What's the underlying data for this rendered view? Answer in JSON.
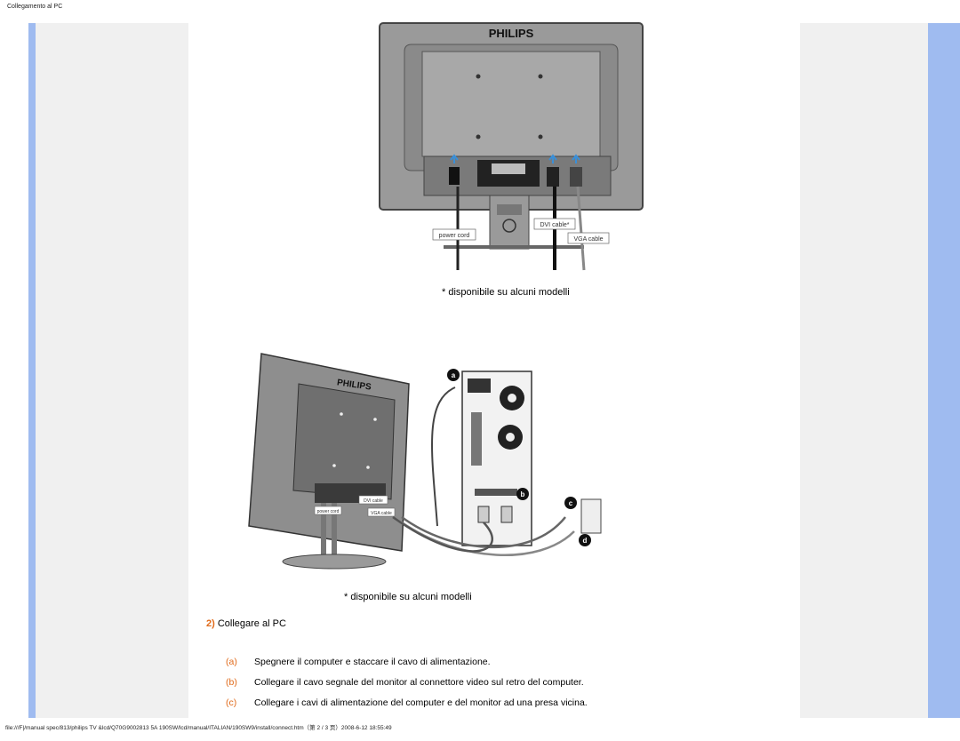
{
  "header": {
    "title": "Collegamento al PC"
  },
  "figure1": {
    "brand": "PHILIPS",
    "labels": {
      "power": "power cord",
      "dvi": "DVI cable*",
      "vga": "VGA cable"
    }
  },
  "note1": "* disponibile su alcuni modelli",
  "figure2": {
    "brand": "PHILIPS",
    "labels": {
      "dvi": "DVI cable",
      "power": "power cord",
      "vga": "VGA cable"
    },
    "markers": [
      "a",
      "b",
      "c",
      "d"
    ]
  },
  "note2": "* disponibile su alcuni modelli",
  "step": {
    "number": "2)",
    "title": "Collegare al PC"
  },
  "substeps": [
    {
      "label": "(a)",
      "text": "Spegnere il computer e staccare il cavo di alimentazione."
    },
    {
      "label": "(b)",
      "text": "Collegare il cavo segnale del monitor al connettore video sul retro del computer."
    },
    {
      "label": "(c)",
      "text": "Collegare i cavi di alimentazione del computer e del monitor ad una presa vicina."
    }
  ],
  "footer": "file:///F|/manual spec/813/philips TV &lcd/Q70G9002813 5A 190SW/lcd/manual/ITALIAN/190SW9/install/connect.htm（第 2 / 3 页）2008-6-12 18:55:49",
  "colors": {
    "accent": "#e06a1a",
    "side_blue": "#9fbbf0",
    "side_grey": "#f0f0f0"
  }
}
